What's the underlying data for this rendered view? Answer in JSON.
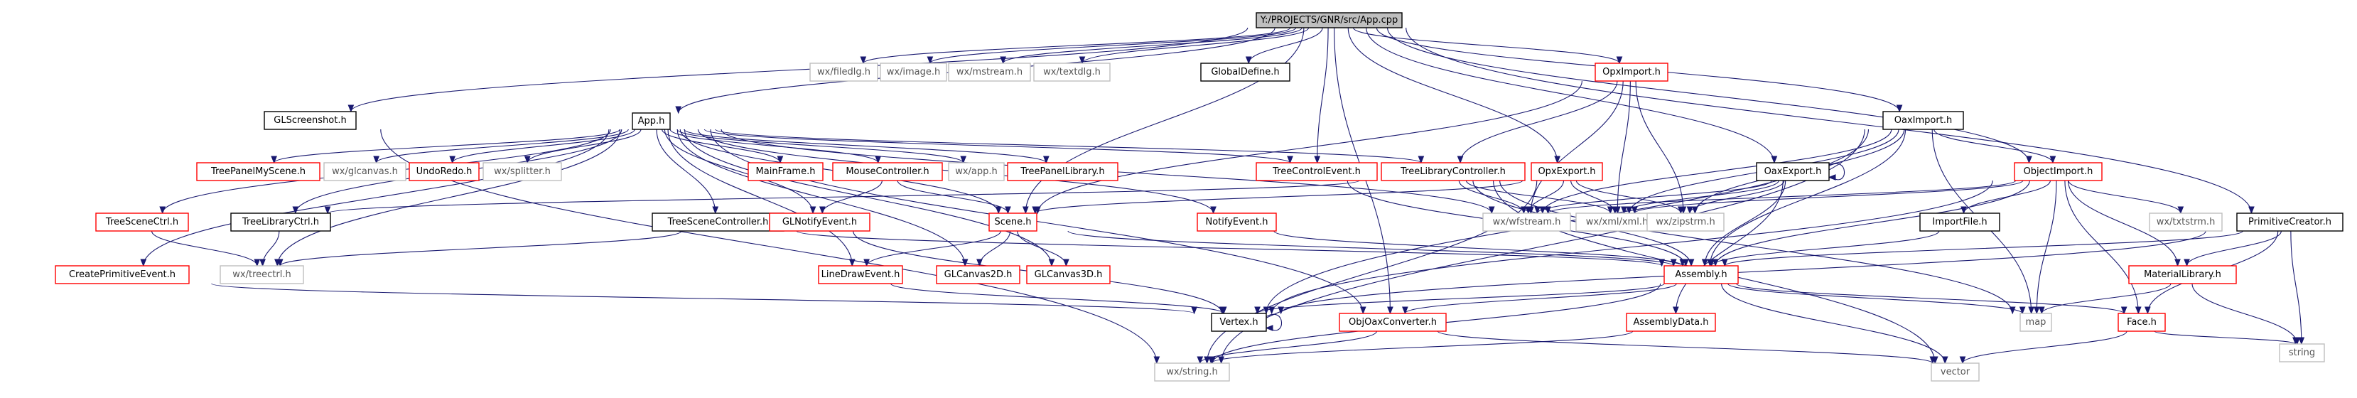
{
  "diagram": {
    "type": "include-dependency-graph",
    "colors": {
      "edge": "#191970",
      "root_fill": "#bfbfbf",
      "root_border": "#000000",
      "documented_border": "#000000",
      "has_includes_border": "#ff0000",
      "external_border": "#bfbfbf",
      "external_text": "#555555",
      "node_fill": "#ffffff"
    },
    "nodes": [
      {
        "id": "root",
        "label": "Y:/PROJECTS/GNR/src/App.cpp",
        "style": "root"
      },
      {
        "id": "wxfiledlg",
        "label": "wx/filedlg.h",
        "style": "external"
      },
      {
        "id": "wximage",
        "label": "wx/image.h",
        "style": "external"
      },
      {
        "id": "wxmstream",
        "label": "wx/mstream.h",
        "style": "external"
      },
      {
        "id": "wxtextdlg",
        "label": "wx/textdlg.h",
        "style": "external"
      },
      {
        "id": "globaldefine",
        "label": "GlobalDefine.h",
        "style": "black"
      },
      {
        "id": "opximport",
        "label": "OpxImport.h",
        "style": "red"
      },
      {
        "id": "glscreenshot",
        "label": "GLScreenshot.h",
        "style": "black"
      },
      {
        "id": "apph",
        "label": "App.h",
        "style": "black"
      },
      {
        "id": "oaximport",
        "label": "OaxImport.h",
        "style": "black"
      },
      {
        "id": "treepanelmyscene",
        "label": "TreePanelMyScene.h",
        "style": "red"
      },
      {
        "id": "wxglcanvas",
        "label": "wx/glcanvas.h",
        "style": "external"
      },
      {
        "id": "undoredo",
        "label": "UndoRedo.h",
        "style": "red"
      },
      {
        "id": "wxsplitter",
        "label": "wx/splitter.h",
        "style": "external"
      },
      {
        "id": "mainframe",
        "label": "MainFrame.h",
        "style": "red"
      },
      {
        "id": "mousecontroller",
        "label": "MouseController.h",
        "style": "red"
      },
      {
        "id": "wxapp",
        "label": "wx/app.h",
        "style": "external"
      },
      {
        "id": "treepanellibrary",
        "label": "TreePanelLibrary.h",
        "style": "red"
      },
      {
        "id": "treecontrolevent",
        "label": "TreeControlEvent.h",
        "style": "red"
      },
      {
        "id": "treelibrarycontroller",
        "label": "TreeLibraryController.h",
        "style": "red"
      },
      {
        "id": "opxexport",
        "label": "OpxExport.h",
        "style": "red"
      },
      {
        "id": "oaxexport",
        "label": "OaxExport.h",
        "style": "black"
      },
      {
        "id": "objectimport",
        "label": "ObjectImport.h",
        "style": "red"
      },
      {
        "id": "treescenectrl",
        "label": "TreeSceneCtrl.h",
        "style": "red"
      },
      {
        "id": "treelibraryctrl",
        "label": "TreeLibraryCtrl.h",
        "style": "black"
      },
      {
        "id": "treescenecontroller",
        "label": "TreeSceneController.h",
        "style": "black"
      },
      {
        "id": "glnotifyevent",
        "label": "GLNotifyEvent.h",
        "style": "red"
      },
      {
        "id": "sceneh",
        "label": "Scene.h",
        "style": "red"
      },
      {
        "id": "notifyevent",
        "label": "NotifyEvent.h",
        "style": "red"
      },
      {
        "id": "wxwfstream",
        "label": "wx/wfstream.h",
        "style": "external"
      },
      {
        "id": "wxxml",
        "label": "wx/xml/xml.h",
        "style": "external"
      },
      {
        "id": "wxzipstrm",
        "label": "wx/zipstrm.h",
        "style": "external"
      },
      {
        "id": "importfile",
        "label": "ImportFile.h",
        "style": "black"
      },
      {
        "id": "wxtxtstrm",
        "label": "wx/txtstrm.h",
        "style": "external"
      },
      {
        "id": "primitivecreator",
        "label": "PrimitiveCreator.h",
        "style": "black"
      },
      {
        "id": "createprimitiveevent",
        "label": "CreatePrimitiveEvent.h",
        "style": "red"
      },
      {
        "id": "wxtreectrl",
        "label": "wx/treectrl.h",
        "style": "external"
      },
      {
        "id": "linedrawevent",
        "label": "LineDrawEvent.h",
        "style": "red"
      },
      {
        "id": "glcanvas2d",
        "label": "GLCanvas2D.h",
        "style": "red"
      },
      {
        "id": "glcanvas3d",
        "label": "GLCanvas3D.h",
        "style": "red"
      },
      {
        "id": "assembly",
        "label": "Assembly.h",
        "style": "red"
      },
      {
        "id": "materiallibrary",
        "label": "MaterialLibrary.h",
        "style": "red"
      },
      {
        "id": "vertex",
        "label": "Vertex.h",
        "style": "black"
      },
      {
        "id": "objoaxconverter",
        "label": "ObjOaxConverter.h",
        "style": "red"
      },
      {
        "id": "map",
        "label": "map",
        "style": "external"
      },
      {
        "id": "assemblydata",
        "label": "AssemblyData.h",
        "style": "red"
      },
      {
        "id": "faceh",
        "label": "Face.h",
        "style": "red"
      },
      {
        "id": "string",
        "label": "string",
        "style": "external"
      },
      {
        "id": "wxstring",
        "label": "wx/string.h",
        "style": "external"
      },
      {
        "id": "vector",
        "label": "vector",
        "style": "external"
      }
    ],
    "edges": [
      [
        "root",
        "wxfiledlg"
      ],
      [
        "root",
        "wximage"
      ],
      [
        "root",
        "wxmstream"
      ],
      [
        "root",
        "wxtextdlg"
      ],
      [
        "root",
        "globaldefine"
      ],
      [
        "root",
        "opximport"
      ],
      [
        "root",
        "glscreenshot"
      ],
      [
        "root",
        "apph"
      ],
      [
        "root",
        "oaximport"
      ],
      [
        "root",
        "objectimport"
      ],
      [
        "root",
        "primitivecreator"
      ],
      [
        "root",
        "opxexport"
      ],
      [
        "root",
        "oaxexport"
      ],
      [
        "root",
        "treecontrolevent"
      ],
      [
        "root",
        "objoaxconverter"
      ],
      [
        "root",
        "sceneh"
      ],
      [
        "opximport",
        "sceneh"
      ],
      [
        "opximport",
        "treelibrarycontroller"
      ],
      [
        "opximport",
        "wxwfstream"
      ],
      [
        "opximport",
        "wxxml"
      ],
      [
        "opximport",
        "wxzipstrm"
      ],
      [
        "glscreenshot",
        "wxstring"
      ],
      [
        "apph",
        "treepanelmyscene"
      ],
      [
        "apph",
        "wxglcanvas"
      ],
      [
        "apph",
        "undoredo"
      ],
      [
        "apph",
        "wxsplitter"
      ],
      [
        "apph",
        "mainframe"
      ],
      [
        "apph",
        "mousecontroller"
      ],
      [
        "apph",
        "wxapp"
      ],
      [
        "apph",
        "treepanellibrary"
      ],
      [
        "apph",
        "treecontrolevent"
      ],
      [
        "apph",
        "treelibrarycontroller"
      ],
      [
        "apph",
        "wxwfstream"
      ],
      [
        "apph",
        "treescenectrl"
      ],
      [
        "apph",
        "treelibraryctrl"
      ],
      [
        "apph",
        "treescenecontroller"
      ],
      [
        "apph",
        "glnotifyevent"
      ],
      [
        "apph",
        "sceneh"
      ],
      [
        "apph",
        "notifyevent"
      ],
      [
        "apph",
        "createprimitiveevent"
      ],
      [
        "apph",
        "wxtreectrl"
      ],
      [
        "apph",
        "linedrawevent"
      ],
      [
        "apph",
        "glcanvas2d"
      ],
      [
        "apph",
        "glcanvas3d"
      ],
      [
        "apph",
        "objoaxconverter"
      ],
      [
        "oaximport",
        "objectimport"
      ],
      [
        "oaximport",
        "wxwfstream"
      ],
      [
        "oaximport",
        "wxxml"
      ],
      [
        "oaximport",
        "wxzipstrm"
      ],
      [
        "oaximport",
        "assembly"
      ],
      [
        "oaximport",
        "map"
      ],
      [
        "oaximport",
        "vertex"
      ],
      [
        "oaximport",
        "wxstring"
      ],
      [
        "mousecontroller",
        "glnotifyevent"
      ],
      [
        "mousecontroller",
        "sceneh"
      ],
      [
        "treecontrolevent",
        "assembly"
      ],
      [
        "treelibrarycontroller",
        "treelibraryctrl"
      ],
      [
        "treelibrarycontroller",
        "wxwfstream"
      ],
      [
        "treelibrarycontroller",
        "wxxml"
      ],
      [
        "treelibrarycontroller",
        "assembly"
      ],
      [
        "treelibrarycontroller",
        "vector"
      ],
      [
        "treelibrarycontroller",
        "map"
      ],
      [
        "opxexport",
        "sceneh"
      ],
      [
        "opxexport",
        "wxwfstream"
      ],
      [
        "opxexport",
        "wxxml"
      ],
      [
        "opxexport",
        "wxzipstrm"
      ],
      [
        "opxexport",
        "wxstring"
      ],
      [
        "oaxexport",
        "oaxexport"
      ],
      [
        "oaxexport",
        "wxwfstream"
      ],
      [
        "oaxexport",
        "wxxml"
      ],
      [
        "oaxexport",
        "wxzipstrm"
      ],
      [
        "oaxexport",
        "assembly"
      ],
      [
        "oaxexport",
        "assemblydata"
      ],
      [
        "objectimport",
        "wxwfstream"
      ],
      [
        "objectimport",
        "wxxml"
      ],
      [
        "objectimport",
        "importfile"
      ],
      [
        "objectimport",
        "wxtxtstrm"
      ],
      [
        "objectimport",
        "assembly"
      ],
      [
        "objectimport",
        "materiallibrary"
      ],
      [
        "objectimport",
        "map"
      ],
      [
        "objectimport",
        "vertex"
      ],
      [
        "objectimport",
        "faceh"
      ],
      [
        "treescenectrl",
        "wxtreectrl"
      ],
      [
        "treelibraryctrl",
        "wxtreectrl"
      ],
      [
        "treescenecontroller",
        "wxtreectrl"
      ],
      [
        "treescenecontroller",
        "assembly"
      ],
      [
        "glnotifyevent",
        "vertex"
      ],
      [
        "sceneh",
        "linedrawevent"
      ],
      [
        "sceneh",
        "glcanvas2d"
      ],
      [
        "sceneh",
        "glcanvas3d"
      ],
      [
        "sceneh",
        "assembly"
      ],
      [
        "notifyevent",
        "assembly"
      ],
      [
        "importfile",
        "assembly"
      ],
      [
        "primitivecreator",
        "assembly"
      ],
      [
        "primitivecreator",
        "materiallibrary"
      ],
      [
        "primitivecreator",
        "vertex"
      ],
      [
        "primitivecreator",
        "faceh"
      ],
      [
        "primitivecreator",
        "string"
      ],
      [
        "createprimitiveevent",
        "vertex"
      ],
      [
        "linedrawevent",
        "vertex"
      ],
      [
        "assembly",
        "vertex"
      ],
      [
        "assembly",
        "objoaxconverter"
      ],
      [
        "assembly",
        "map"
      ],
      [
        "assembly",
        "faceh"
      ],
      [
        "assembly",
        "wxstring"
      ],
      [
        "assembly",
        "vector"
      ],
      [
        "materiallibrary",
        "map"
      ],
      [
        "materiallibrary",
        "string"
      ],
      [
        "vertex",
        "vertex"
      ],
      [
        "objoaxconverter",
        "wxstring"
      ],
      [
        "objoaxconverter",
        "vector"
      ],
      [
        "assemblydata",
        "wxstring"
      ],
      [
        "faceh",
        "vector"
      ],
      [
        "faceh",
        "string"
      ]
    ]
  }
}
